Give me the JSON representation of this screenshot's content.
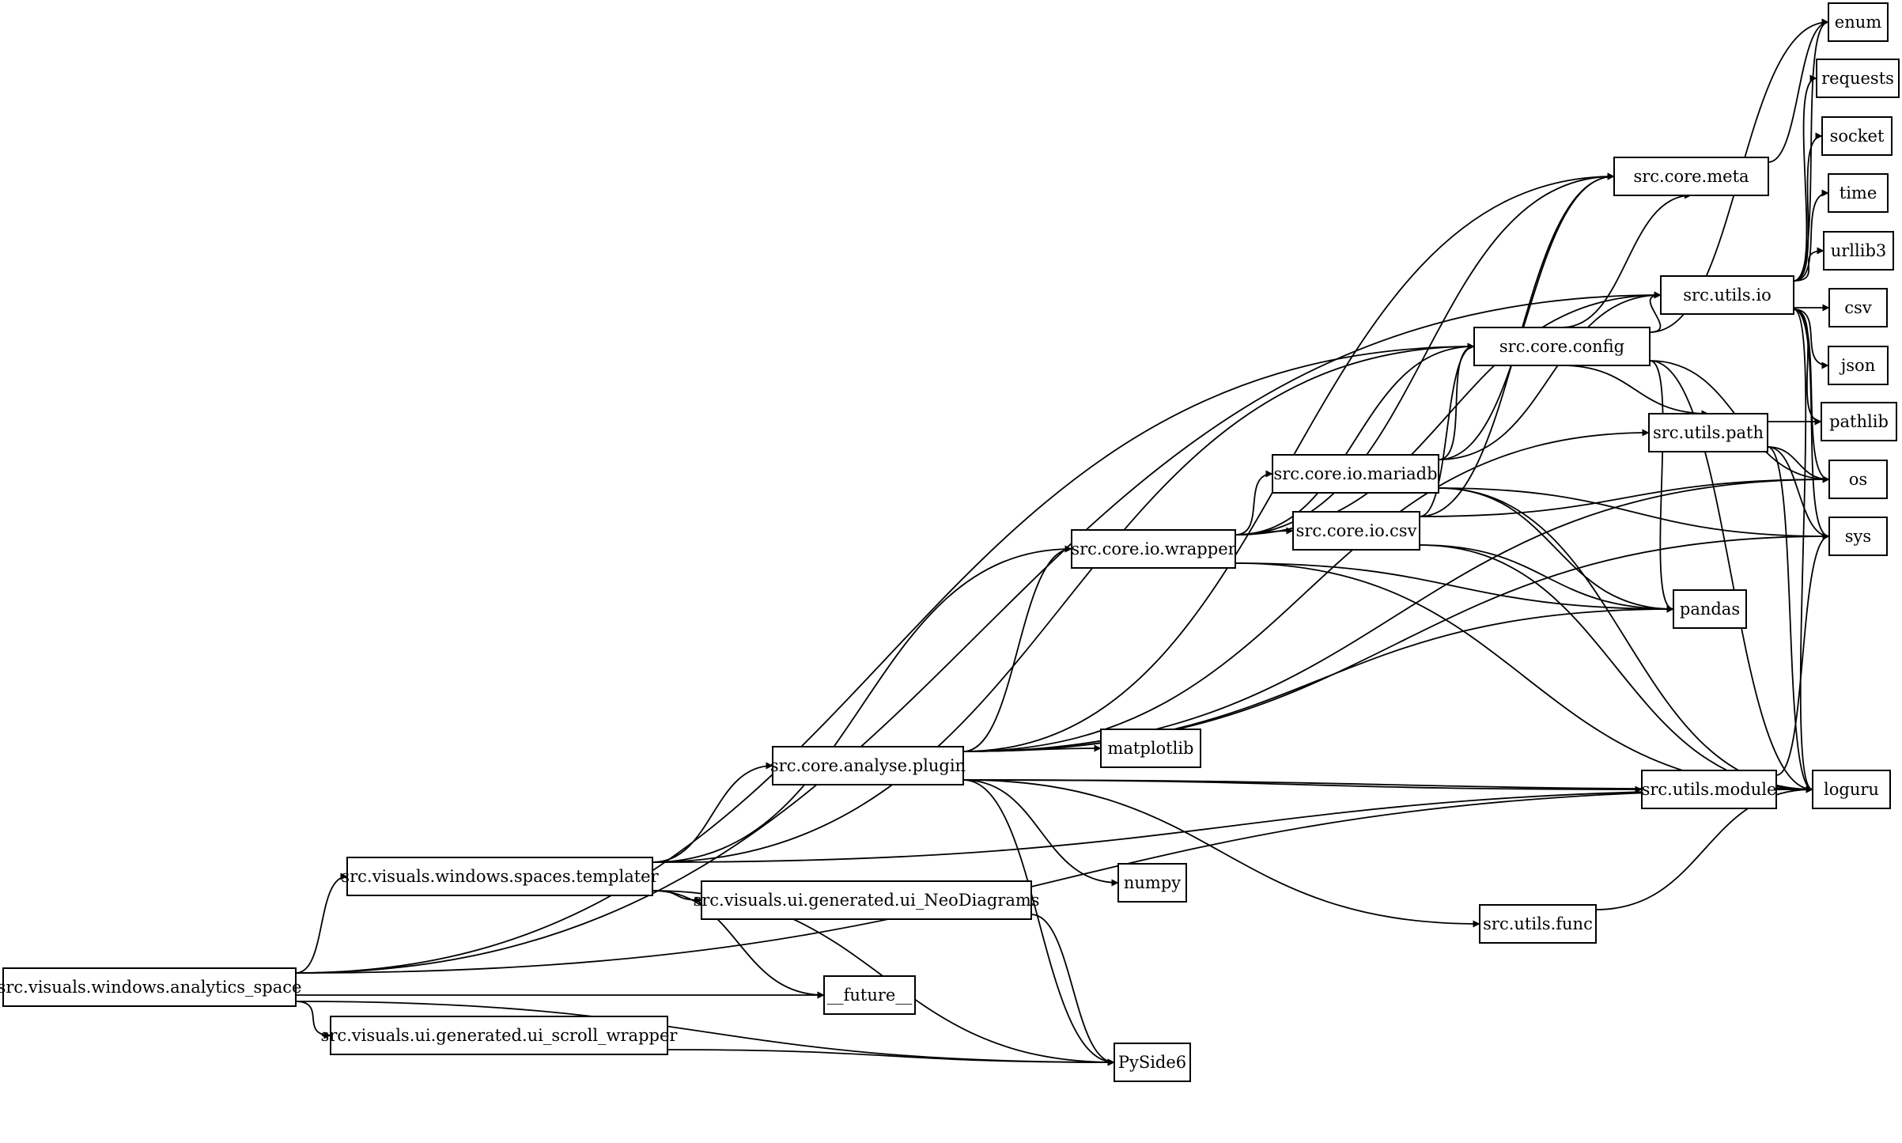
{
  "nodes": {
    "enum": "enum",
    "requests": "requests",
    "socket": "socket",
    "time": "time",
    "urllib3": "urllib3",
    "csv": "csv",
    "json": "json",
    "pathlib": "pathlib",
    "os": "os",
    "sys": "sys",
    "loguru": "loguru",
    "pandas": "pandas",
    "matplotlib": "matplotlib",
    "numpy": "numpy",
    "future": "__future__",
    "pyside6": "PySide6",
    "core_meta": "src.core.meta",
    "utils_io": "src.utils.io",
    "core_config": "src.core.config",
    "utils_path": "src.utils.path",
    "core_io_mariadb": "src.core.io.mariadb",
    "core_io_csv": "src.core.io.csv",
    "core_io_wrapper": "src.core.io.wrapper",
    "core_analyse_plugin": "src.core.analyse.plugin",
    "utils_module": "src.utils.module",
    "utils_func": "src.utils.func",
    "templater": "src.visuals.windows.spaces.templater",
    "neodiagrams": "src.visuals.ui.generated.ui_NeoDiagrams",
    "analytics_space": "src.visuals.windows.analytics_space",
    "scroll_wrapper": "src.visuals.ui.generated.ui_scroll_wrapper"
  },
  "edges": [
    [
      "analytics_space",
      "templater"
    ],
    [
      "analytics_space",
      "future"
    ],
    [
      "analytics_space",
      "scroll_wrapper"
    ],
    [
      "analytics_space",
      "pyside6"
    ],
    [
      "analytics_space",
      "loguru"
    ],
    [
      "analytics_space",
      "utils_io"
    ],
    [
      "analytics_space",
      "core_config"
    ],
    [
      "templater",
      "core_analyse_plugin"
    ],
    [
      "templater",
      "core_io_wrapper"
    ],
    [
      "templater",
      "neodiagrams"
    ],
    [
      "templater",
      "future"
    ],
    [
      "templater",
      "pyside6"
    ],
    [
      "templater",
      "core_config"
    ],
    [
      "templater",
      "loguru"
    ],
    [
      "scroll_wrapper",
      "pyside6"
    ],
    [
      "neodiagrams",
      "pyside6"
    ],
    [
      "core_analyse_plugin",
      "core_io_wrapper"
    ],
    [
      "core_analyse_plugin",
      "matplotlib"
    ],
    [
      "core_analyse_plugin",
      "numpy"
    ],
    [
      "core_analyse_plugin",
      "pandas"
    ],
    [
      "core_analyse_plugin",
      "utils_module"
    ],
    [
      "core_analyse_plugin",
      "utils_func"
    ],
    [
      "core_analyse_plugin",
      "loguru"
    ],
    [
      "core_analyse_plugin",
      "pyside6"
    ],
    [
      "core_analyse_plugin",
      "core_meta"
    ],
    [
      "core_analyse_plugin",
      "utils_path"
    ],
    [
      "core_analyse_plugin",
      "os"
    ],
    [
      "core_analyse_plugin",
      "sys"
    ],
    [
      "core_io_wrapper",
      "core_io_mariadb"
    ],
    [
      "core_io_wrapper",
      "core_io_csv"
    ],
    [
      "core_io_wrapper",
      "pandas"
    ],
    [
      "core_io_wrapper",
      "loguru"
    ],
    [
      "core_io_wrapper",
      "core_meta"
    ],
    [
      "core_io_wrapper",
      "utils_io"
    ],
    [
      "core_io_wrapper",
      "core_config"
    ],
    [
      "core_io_mariadb",
      "core_config"
    ],
    [
      "core_io_mariadb",
      "core_meta"
    ],
    [
      "core_io_mariadb",
      "utils_io"
    ],
    [
      "core_io_mariadb",
      "pandas"
    ],
    [
      "core_io_mariadb",
      "sys"
    ],
    [
      "core_io_mariadb",
      "loguru"
    ],
    [
      "core_io_csv",
      "core_config"
    ],
    [
      "core_io_csv",
      "pandas"
    ],
    [
      "core_io_csv",
      "loguru"
    ],
    [
      "core_io_csv",
      "core_meta"
    ],
    [
      "core_io_csv",
      "os"
    ],
    [
      "core_config",
      "utils_io"
    ],
    [
      "core_config",
      "utils_path"
    ],
    [
      "core_config",
      "core_meta"
    ],
    [
      "core_config",
      "pandas"
    ],
    [
      "core_config",
      "enum"
    ],
    [
      "core_config",
      "os"
    ],
    [
      "core_config",
      "loguru"
    ],
    [
      "core_meta",
      "enum"
    ],
    [
      "utils_io",
      "enum"
    ],
    [
      "utils_io",
      "requests"
    ],
    [
      "utils_io",
      "socket"
    ],
    [
      "utils_io",
      "time"
    ],
    [
      "utils_io",
      "urllib3"
    ],
    [
      "utils_io",
      "csv"
    ],
    [
      "utils_io",
      "json"
    ],
    [
      "utils_io",
      "pathlib"
    ],
    [
      "utils_io",
      "os"
    ],
    [
      "utils_io",
      "sys"
    ],
    [
      "utils_io",
      "loguru"
    ],
    [
      "utils_path",
      "pathlib"
    ],
    [
      "utils_path",
      "os"
    ],
    [
      "utils_path",
      "sys"
    ],
    [
      "utils_path",
      "loguru"
    ],
    [
      "utils_module",
      "loguru"
    ],
    [
      "utils_module",
      "sys"
    ],
    [
      "utils_func",
      "loguru"
    ]
  ]
}
